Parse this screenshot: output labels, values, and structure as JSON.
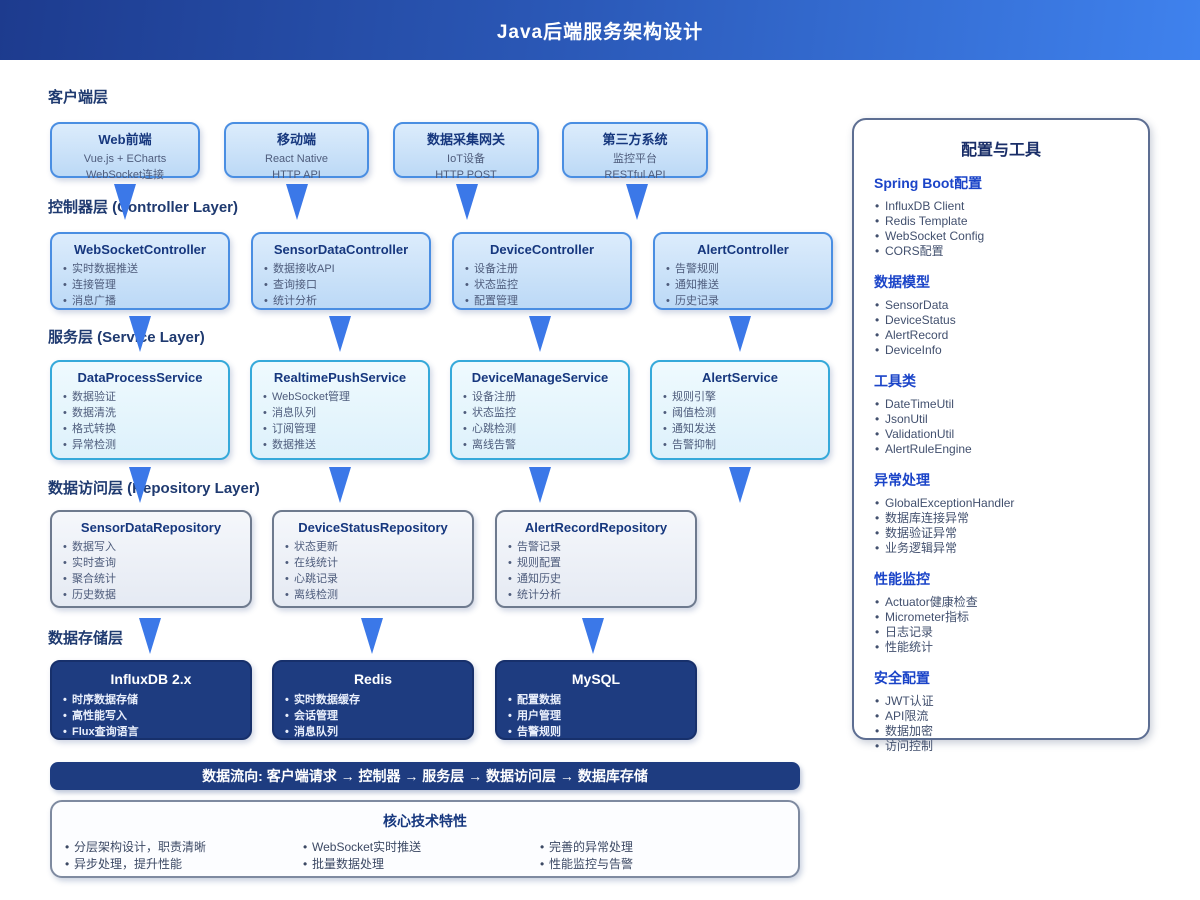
{
  "header": {
    "title": "Java后端服务架构设计"
  },
  "layers": [
    {
      "label": "客户端层",
      "boxes": [
        {
          "title": "Web前端",
          "lines": [
            "Vue.js + ECharts",
            "WebSocket连接"
          ]
        },
        {
          "title": "移动端",
          "lines": [
            "React Native",
            "HTTP API"
          ]
        },
        {
          "title": "数据采集网关",
          "lines": [
            "IoT设备",
            "HTTP POST"
          ]
        },
        {
          "title": "第三方系统",
          "lines": [
            "监控平台",
            "RESTful API"
          ]
        }
      ]
    },
    {
      "label": "控制器层 (Controller Layer)",
      "boxes": [
        {
          "title": "WebSocketController",
          "bullets": [
            "实时数据推送",
            "连接管理",
            "消息广播"
          ]
        },
        {
          "title": "SensorDataController",
          "bullets": [
            "数据接收API",
            "查询接口",
            "统计分析"
          ]
        },
        {
          "title": "DeviceController",
          "bullets": [
            "设备注册",
            "状态监控",
            "配置管理"
          ]
        },
        {
          "title": "AlertController",
          "bullets": [
            "告警规则",
            "通知推送",
            "历史记录"
          ]
        }
      ]
    },
    {
      "label": "服务层 (Service Layer)",
      "boxes": [
        {
          "title": "DataProcessService",
          "bullets": [
            "数据验证",
            "数据清洗",
            "格式转换",
            "异常检测"
          ]
        },
        {
          "title": "RealtimePushService",
          "bullets": [
            "WebSocket管理",
            "消息队列",
            "订阅管理",
            "数据推送"
          ]
        },
        {
          "title": "DeviceManageService",
          "bullets": [
            "设备注册",
            "状态监控",
            "心跳检测",
            "离线告警"
          ]
        },
        {
          "title": "AlertService",
          "bullets": [
            "规则引擎",
            "阈值检测",
            "通知发送",
            "告警抑制"
          ]
        }
      ]
    },
    {
      "label": "数据访问层 (Repository Layer)",
      "boxes": [
        {
          "title": "SensorDataRepository",
          "bullets": [
            "数据写入",
            "实时查询",
            "聚合统计",
            "历史数据"
          ]
        },
        {
          "title": "DeviceStatusRepository",
          "bullets": [
            "状态更新",
            "在线统计",
            "心跳记录",
            "离线检测"
          ]
        },
        {
          "title": "AlertRecordRepository",
          "bullets": [
            "告警记录",
            "规则配置",
            "通知历史",
            "统计分析"
          ]
        }
      ]
    },
    {
      "label": "数据存储层",
      "boxes": [
        {
          "title": "InfluxDB 2.x",
          "bullets": [
            "时序数据存储",
            "高性能写入",
            "Flux查询语言"
          ]
        },
        {
          "title": "Redis",
          "bullets": [
            "实时数据缓存",
            "会话管理",
            "消息队列"
          ]
        },
        {
          "title": "MySQL",
          "bullets": [
            "配置数据",
            "用户管理",
            "告警规则"
          ]
        }
      ]
    }
  ],
  "flow_bar": {
    "text": "数据流向: 客户端请求 → 控制器 → 服务层 → 数据访问层 → 数据库存储"
  },
  "core_features": {
    "title": "核心技术特性",
    "columns": [
      [
        "分层架构设计，职责清晰",
        "异步处理，提升性能"
      ],
      [
        "WebSocket实时推送",
        "批量数据处理"
      ],
      [
        "完善的异常处理",
        "性能监控与告警"
      ]
    ]
  },
  "side_panel": {
    "title": "配置与工具",
    "sections": [
      {
        "title": "Spring Boot配置",
        "items": [
          "InfluxDB Client",
          "Redis Template",
          "WebSocket Config",
          "CORS配置"
        ]
      },
      {
        "title": "数据模型",
        "items": [
          "SensorData",
          "DeviceStatus",
          "AlertRecord",
          "DeviceInfo"
        ]
      },
      {
        "title": "工具类",
        "items": [
          "DateTimeUtil",
          "JsonUtil",
          "ValidationUtil",
          "AlertRuleEngine"
        ]
      },
      {
        "title": "异常处理",
        "items": [
          "GlobalExceptionHandler",
          "数据库连接异常",
          "数据验证异常",
          "业务逻辑异常"
        ]
      },
      {
        "title": "性能监控",
        "items": [
          "Actuator健康检查",
          "Micrometer指标",
          "日志记录",
          "性能统计"
        ]
      },
      {
        "title": "安全配置",
        "items": [
          "JWT认证",
          "API限流",
          "数据加密",
          "访问控制"
        ]
      }
    ]
  },
  "colors": {
    "header_gradient_start": "#1d3b8e",
    "header_gradient_end": "#3f82ee",
    "arrow_blue": "#3b78e8",
    "dark_navy_fill": "#1e3c80",
    "node_border_blue": "#4a8ee2",
    "node_border_cyan": "#35a9da",
    "node_border_gray": "#6e7a8e",
    "panel_section_blue": "#1b44c8"
  }
}
